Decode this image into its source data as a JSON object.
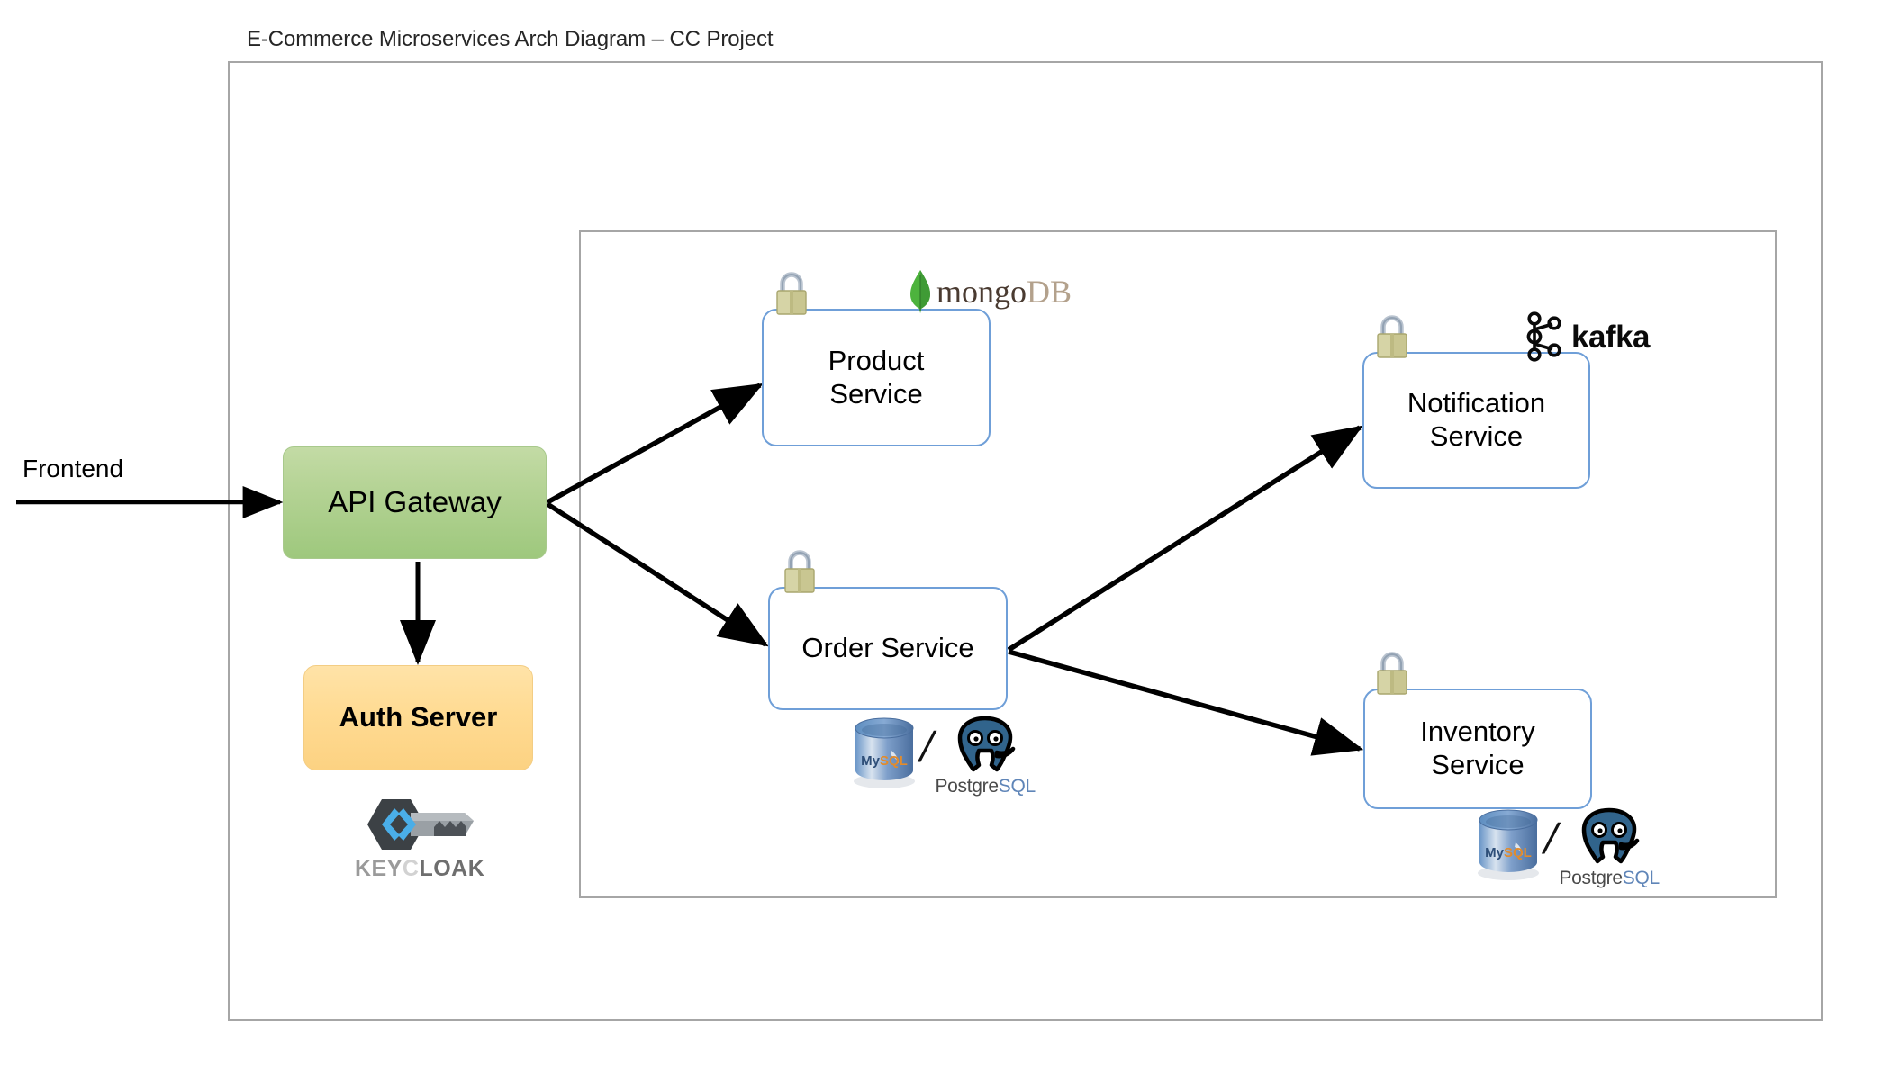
{
  "diagram": {
    "title": "E-Commerce Microservices Arch Diagram – CC Project",
    "external_label": "Frontend",
    "colors": {
      "frame_border": "#a6a6a6",
      "api_gateway_fill": "#b3d293",
      "auth_server_fill": "#ffdb93",
      "service_border": "#6f9fd8",
      "service_fill": "#ffffff",
      "arrow": "#000000",
      "mongodb_green": "#4DB33D",
      "postgres_blue": "#31648C",
      "mysql_blue": "#5b87bf",
      "kafka_black": "#0a0a0a",
      "keycloak_blue": "#4aaee8"
    }
  },
  "nodes": {
    "api_gateway": {
      "label": "API Gateway"
    },
    "auth_server": {
      "label": "Auth Server",
      "logo": "keycloak",
      "logo_text": "KEYCLOAK"
    },
    "product_service": {
      "label": "Product\nService",
      "secured": true,
      "datastore": "mongodb"
    },
    "order_service": {
      "label": "Order Service",
      "secured": true,
      "datastore": "mysql-postgresql"
    },
    "notification_service": {
      "label": "Notification\nService",
      "secured": true,
      "broker": "kafka"
    },
    "inventory_service": {
      "label": "Inventory\nService",
      "secured": true,
      "datastore": "mysql-postgresql"
    }
  },
  "logos": {
    "mongodb": {
      "part1": "mongo",
      "part2": "DB"
    },
    "kafka": {
      "text": "kafka"
    },
    "postgresql": {
      "part1": "Postgre",
      "part2": "SQL"
    },
    "mysql": {
      "text": "MySQL"
    },
    "keycloak": {
      "part1": "KEY",
      "part2": "C",
      "part3": "LOAK"
    },
    "separator": "/"
  },
  "edges": [
    {
      "from": "Frontend",
      "to": "API Gateway"
    },
    {
      "from": "API Gateway",
      "to": "Auth Server"
    },
    {
      "from": "API Gateway",
      "to": "Product Service"
    },
    {
      "from": "API Gateway",
      "to": "Order Service"
    },
    {
      "from": "Order Service",
      "to": "Notification Service"
    },
    {
      "from": "Order Service",
      "to": "Inventory Service"
    }
  ]
}
